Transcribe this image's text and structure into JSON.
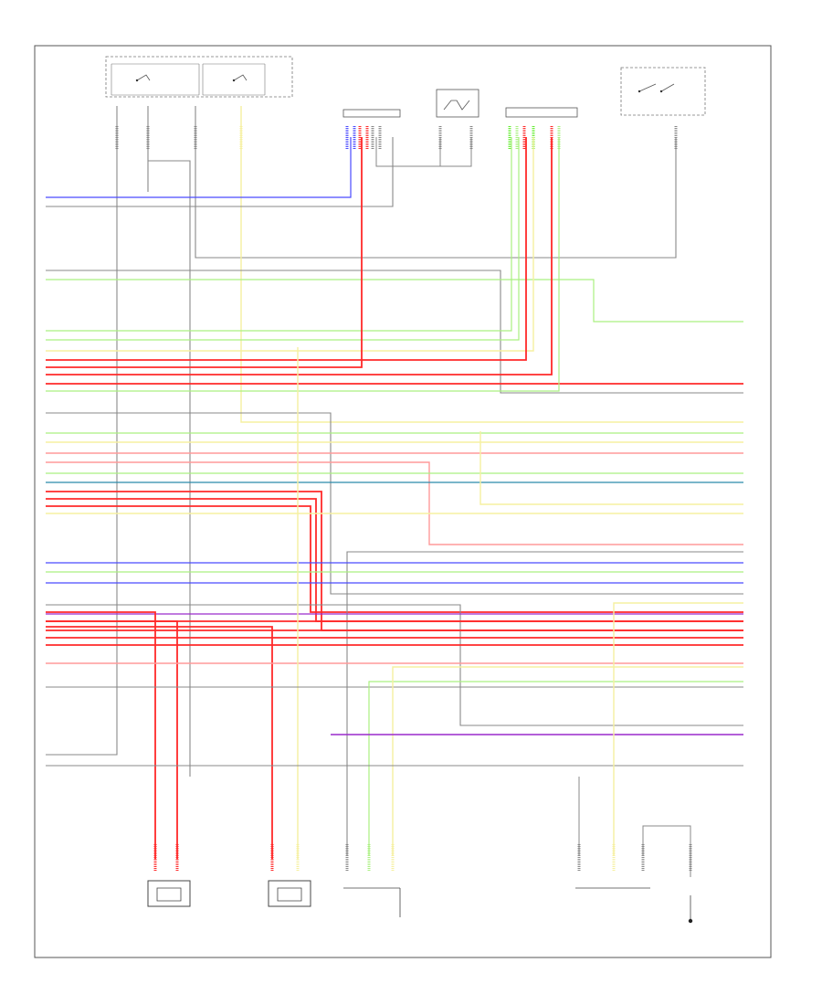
{
  "diagram": {
    "page_label": "",
    "colors": {
      "red": "#ff2a2a",
      "light_red": "#ff9a9a",
      "green": "#66ee33",
      "light_green": "#aaf080",
      "yellow": "#f2f020",
      "light_yellow": "#f6f0a0",
      "blue": "#4a4aff",
      "purple": "#9a2acc",
      "teal": "#2a8aaa",
      "black": "#222222",
      "gray": "#888888",
      "border": "#555555"
    },
    "top_components": [
      {
        "id": "relay-box-1",
        "name": ""
      },
      {
        "id": "relay-box-2",
        "name": ""
      },
      {
        "id": "connector-block",
        "name": ""
      },
      {
        "id": "switch-1",
        "name": ""
      },
      {
        "id": "connector-6pin",
        "name": ""
      },
      {
        "id": "ignition-switch",
        "name": ""
      }
    ],
    "bottom_components": [
      {
        "id": "sensor-1",
        "name": ""
      },
      {
        "id": "sensor-2",
        "name": ""
      },
      {
        "id": "connector-bottom-3",
        "name": ""
      },
      {
        "id": "connector-bottom-4",
        "name": ""
      },
      {
        "id": "ground-point",
        "name": ""
      }
    ],
    "left_wire_labels": [],
    "right_wire_labels": []
  }
}
